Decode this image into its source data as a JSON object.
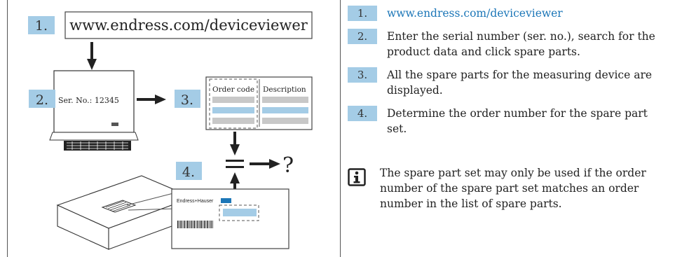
{
  "figure": {
    "step_labels": [
      "1.",
      "2.",
      "3.",
      "4."
    ],
    "url": "www.endress.com/deviceviewer",
    "serial": "Ser. No.: 12345",
    "table_headers": [
      "Order code",
      "Description"
    ],
    "question": "?",
    "brand": "Endress+Hauser"
  },
  "steps": [
    {
      "num": "1.",
      "text": "www.endress.com/deviceviewer"
    },
    {
      "num": "2.",
      "text": "Enter the serial number (ser. no.), search for the product data and click spare parts."
    },
    {
      "num": "3.",
      "text": "All the spare parts for the measuring device are displayed."
    },
    {
      "num": "4.",
      "text": "Determine the order number for the spare part set."
    }
  ],
  "note": {
    "icon": "info-icon",
    "text": "The spare part set may only be used if the order number of the spare part set matches an order number in the list of spare parts."
  },
  "colors": {
    "accent": "#a4cce6",
    "link": "#1d77b8"
  }
}
